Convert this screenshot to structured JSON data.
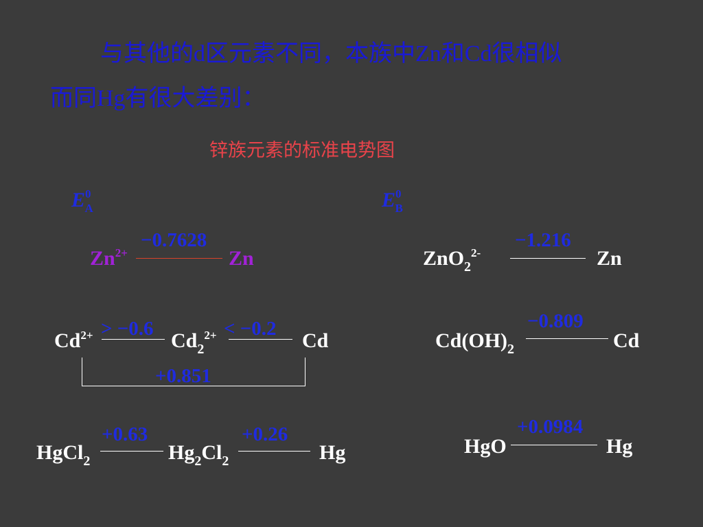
{
  "intro": {
    "line1": "与其他的d区元素不同，本族中Zn和Cd很相似",
    "line2": "而同Hg有很大差别："
  },
  "heading": "锌族元素的标准电势图",
  "acid": {
    "label": {
      "main": "E",
      "sup": "0",
      "sub": "A"
    },
    "zn": {
      "left": "Zn",
      "left_sup": "2+",
      "potential": "−0.7628",
      "right": "Zn"
    },
    "cd": {
      "left": "Cd",
      "left_sup": "2+",
      "potential1": "> −0.6",
      "middle": "Cd",
      "middle_sub": "2",
      "middle_sup": "2+",
      "potential2": "< −0.2",
      "right": "Cd",
      "overall": "+0.851"
    },
    "hg": {
      "left": "HgCl",
      "left_sub": "2",
      "potential1": "+0.63",
      "middle_a": "Hg",
      "middle_sub1": "2",
      "middle_b": "Cl",
      "middle_sub2": "2",
      "potential2": "+0.26",
      "right": "Hg"
    }
  },
  "base": {
    "label": {
      "main": "E",
      "sup": "0",
      "sub": "B"
    },
    "zn": {
      "left": "ZnO",
      "left_sub": "2",
      "left_sup": "2-",
      "potential": "−1.216",
      "right": "Zn"
    },
    "cd": {
      "left": "Cd(OH)",
      "left_sub": "2",
      "potential": "−0.809",
      "right": "Cd"
    },
    "hg": {
      "left": "HgO",
      "potential": "+0.0984",
      "right": "Hg"
    }
  },
  "colors": {
    "background": "#3b3b3b",
    "intro_text": "#1a1ad6",
    "heading": "#e8434a",
    "potential": "#1f2be0",
    "species": "#ffffff",
    "zinc_acid": "#a222d8",
    "zinc_acid_line": "#d9432a"
  }
}
